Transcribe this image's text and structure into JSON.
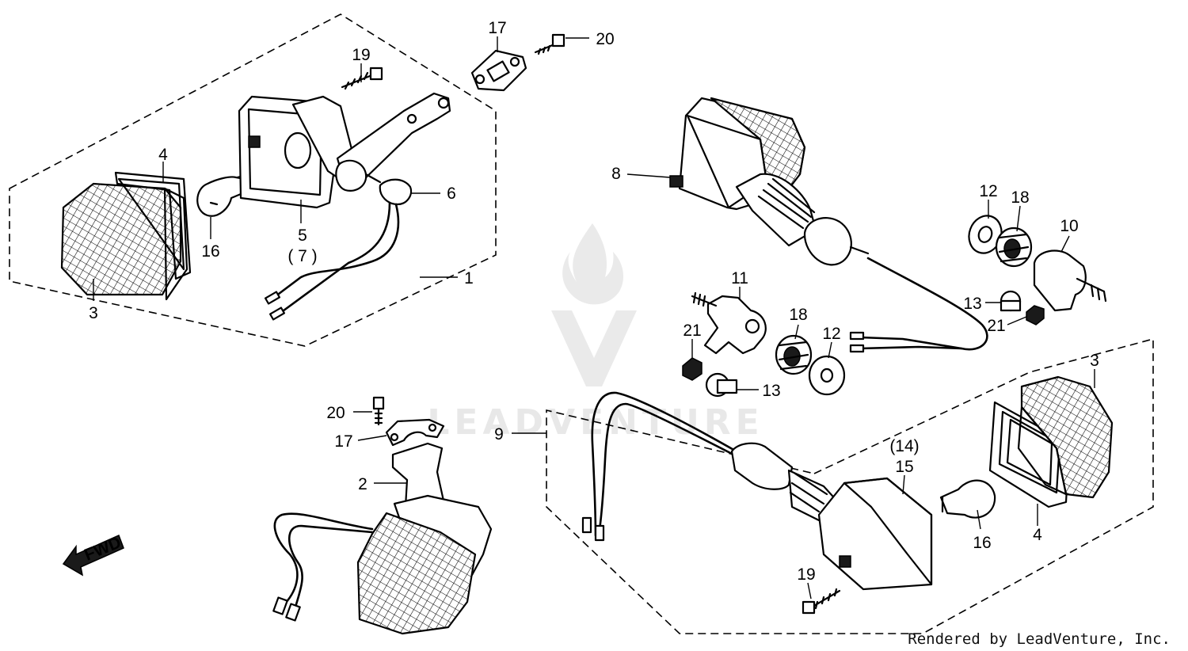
{
  "watermark": {
    "text": "LEADVENTURE"
  },
  "credit": "Rendered by LeadVenture, Inc.",
  "fwd_label": "FWD",
  "callouts": {
    "c1": "1",
    "c2": "2",
    "c3a": "3",
    "c3b": "3",
    "c4a": "4",
    "c4b": "4",
    "c5": "5",
    "c7": "( 7 )",
    "c6": "6",
    "c8": "8",
    "c9": "9",
    "c10": "10",
    "c11": "11",
    "c12a": "12",
    "c12b": "12",
    "c13a": "13",
    "c13b": "13",
    "c14": "(14)",
    "c15": "15",
    "c16a": "16",
    "c16b": "16",
    "c17a": "17",
    "c17b": "17",
    "c18a": "18",
    "c18b": "18",
    "c19a": "19",
    "c19b": "19",
    "c20a": "20",
    "c20b": "20",
    "c21a": "21",
    "c21b": "21"
  },
  "colors": {
    "ink": "#000000",
    "watermark": "#d9d9d9",
    "background": "#ffffff"
  }
}
